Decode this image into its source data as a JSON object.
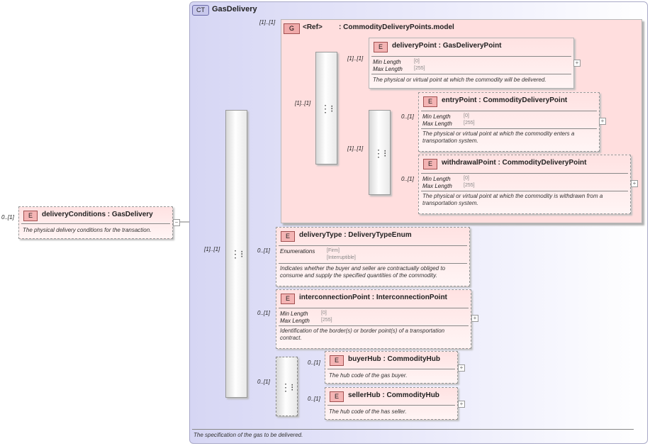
{
  "complex_type": {
    "badge": "CT",
    "name": "GasDelivery",
    "documentation": "The specification of the gas to be delivered."
  },
  "root_element": {
    "badge": "E",
    "cardinality": "0..[1]",
    "name": "deliveryConditions",
    "type": ": GasDelivery",
    "documentation": "The physical delivery conditions for the transaction.",
    "expander": "−"
  },
  "group": {
    "badge": "G",
    "name": "<Ref>",
    "type": ": CommodityDeliveryPoints.model",
    "cardinality": "[1]..[1]"
  },
  "sequence_cardinalities": {
    "main_in": "[1]..[1]",
    "group_choice_in": "[1]..[1]",
    "delivery_point": "[1]..[1]",
    "inner_choice_in": "[1]..[1]",
    "entry_point": "0..[1]",
    "withdrawal_point": "0..[1]",
    "delivery_type": "0..[1]",
    "interconnection_point": "0..[1]",
    "hub_seq": "0..[1]",
    "buyer_hub": "0..[1]",
    "seller_hub": "0..[1]"
  },
  "elements": {
    "delivery_point": {
      "badge": "E",
      "name": "deliveryPoint",
      "type": ": GasDeliveryPoint",
      "min_label": "Min Length",
      "min_value": "[0]",
      "max_label": "Max Length",
      "max_value": "[255]",
      "documentation": "The physical or virtual point at which the commodity will be delivered.",
      "expander": "+"
    },
    "entry_point": {
      "badge": "E",
      "name": "entryPoint",
      "type": ": CommodityDeliveryPoint",
      "min_label": "Min Length",
      "min_value": "[0]",
      "max_label": "Max Length",
      "max_value": "[255]",
      "documentation": "The physical or virtual point at which the commodity enters a transportation system.",
      "expander": "+"
    },
    "withdrawal_point": {
      "badge": "E",
      "name": "withdrawalPoint",
      "type": ": CommodityDeliveryPoint",
      "min_label": "Min Length",
      "min_value": "[0]",
      "max_label": "Max Length",
      "max_value": "[255]",
      "documentation": "The physical or virtual point at which the commodity is withdrawn from a transportation system.",
      "expander": "+"
    },
    "delivery_type": {
      "badge": "E",
      "name": "deliveryType",
      "type": ": DeliveryTypeEnum",
      "enum_label": "Enumerations",
      "enum_1": "[Firm]",
      "enum_2": "[Interruptible]",
      "documentation": "Indicates whether the buyer and seller are contractually obliged to consume and supply the specified quantities of the commodity."
    },
    "interconnection_point": {
      "badge": "E",
      "name": "interconnectionPoint",
      "type": ": InterconnectionPoint",
      "min_label": "Min Length",
      "min_value": "[0]",
      "max_label": "Max Length",
      "max_value": "[255]",
      "documentation": "Identification of the border(s) or border point(s) of a transportation contract.",
      "expander": "+"
    },
    "buyer_hub": {
      "badge": "E",
      "name": "buyerHub",
      "type": ": CommodityHub",
      "documentation": "The hub code of the gas buyer.",
      "expander": "+"
    },
    "seller_hub": {
      "badge": "E",
      "name": "sellerHub",
      "type": ": CommodityHub",
      "documentation": "The hub code of the has seller.",
      "expander": "+"
    }
  }
}
